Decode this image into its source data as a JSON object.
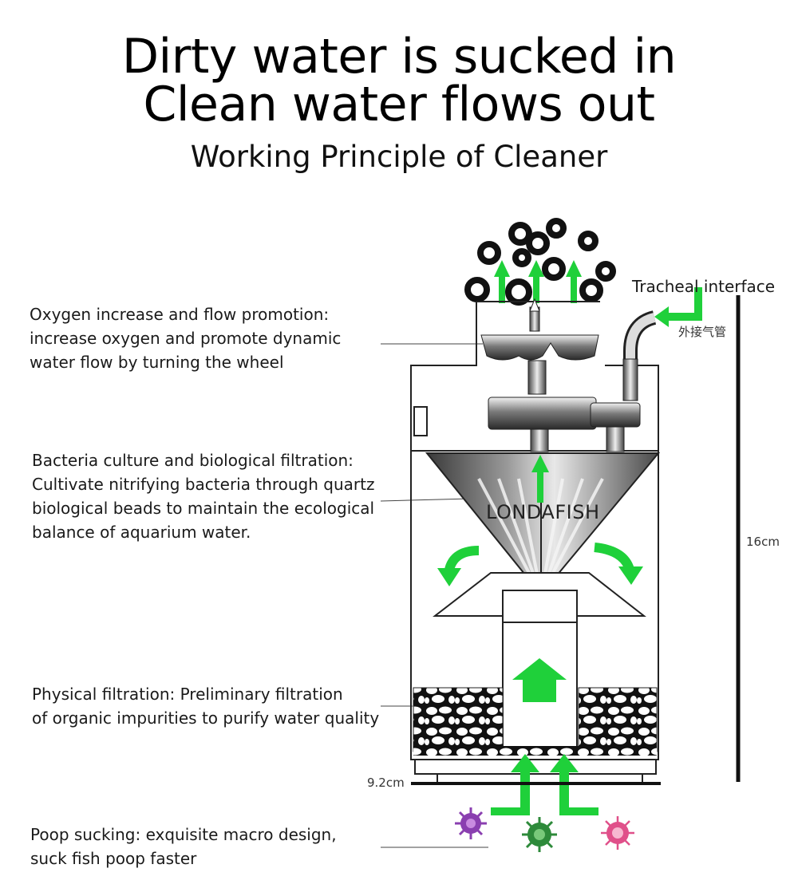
{
  "title": {
    "line1": "Dirty water is sucked in",
    "line2": "Clean water flows out"
  },
  "subtitle": "Working Principle of Cleaner",
  "labels": {
    "tracheal": "Tracheal interface",
    "tracheal_cn": "外接气管",
    "oxygen": [
      "Oxygen increase and flow promotion:",
      "increase oxygen and promote dynamic",
      "water flow by turning the wheel"
    ],
    "bacteria": [
      "Bacteria culture and biological filtration:",
      "Cultivate nitrifying bacteria through quartz",
      "biological beads to maintain the ecological",
      "balance of aquarium water."
    ],
    "physical": [
      "Physical filtration: Preliminary filtration",
      "of organic impurities to purify water quality"
    ],
    "poop": [
      "Poop sucking: exquisite macro design,",
      "suck fish poop faster"
    ]
  },
  "watermark": "LONDAFISH",
  "dimensions": {
    "height": "16cm",
    "width": "9.2cm"
  },
  "colors": {
    "arrow_green": "#1fd03a",
    "line": "#222222",
    "microbe_purple": "#8a3fb0",
    "microbe_green": "#2d8a3a",
    "microbe_pink": "#e0508a"
  }
}
